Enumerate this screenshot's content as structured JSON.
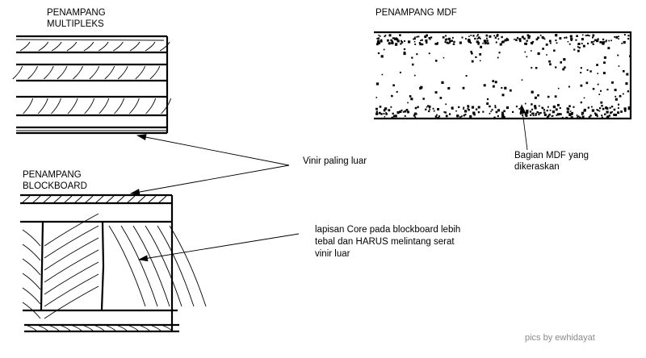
{
  "multipleks": {
    "title_line1": "PENAMPANG",
    "title_line2": "MULTIPLEKS"
  },
  "mdf": {
    "title": "PENAMPANG MDF",
    "note_line1": "Bagian MDF yang",
    "note_line2": "dikeraskan"
  },
  "blockboard": {
    "title_line1": "PENAMPANG",
    "title_line2": "BLOCKBOARD"
  },
  "veneer_note": "Vinir paling luar",
  "core_note": {
    "line1": "lapisan Core pada blockboard lebih",
    "line2": "tebal dan HARUS melintang serat",
    "line3": "vinir luar"
  },
  "credit": "pics by ewhidayat"
}
